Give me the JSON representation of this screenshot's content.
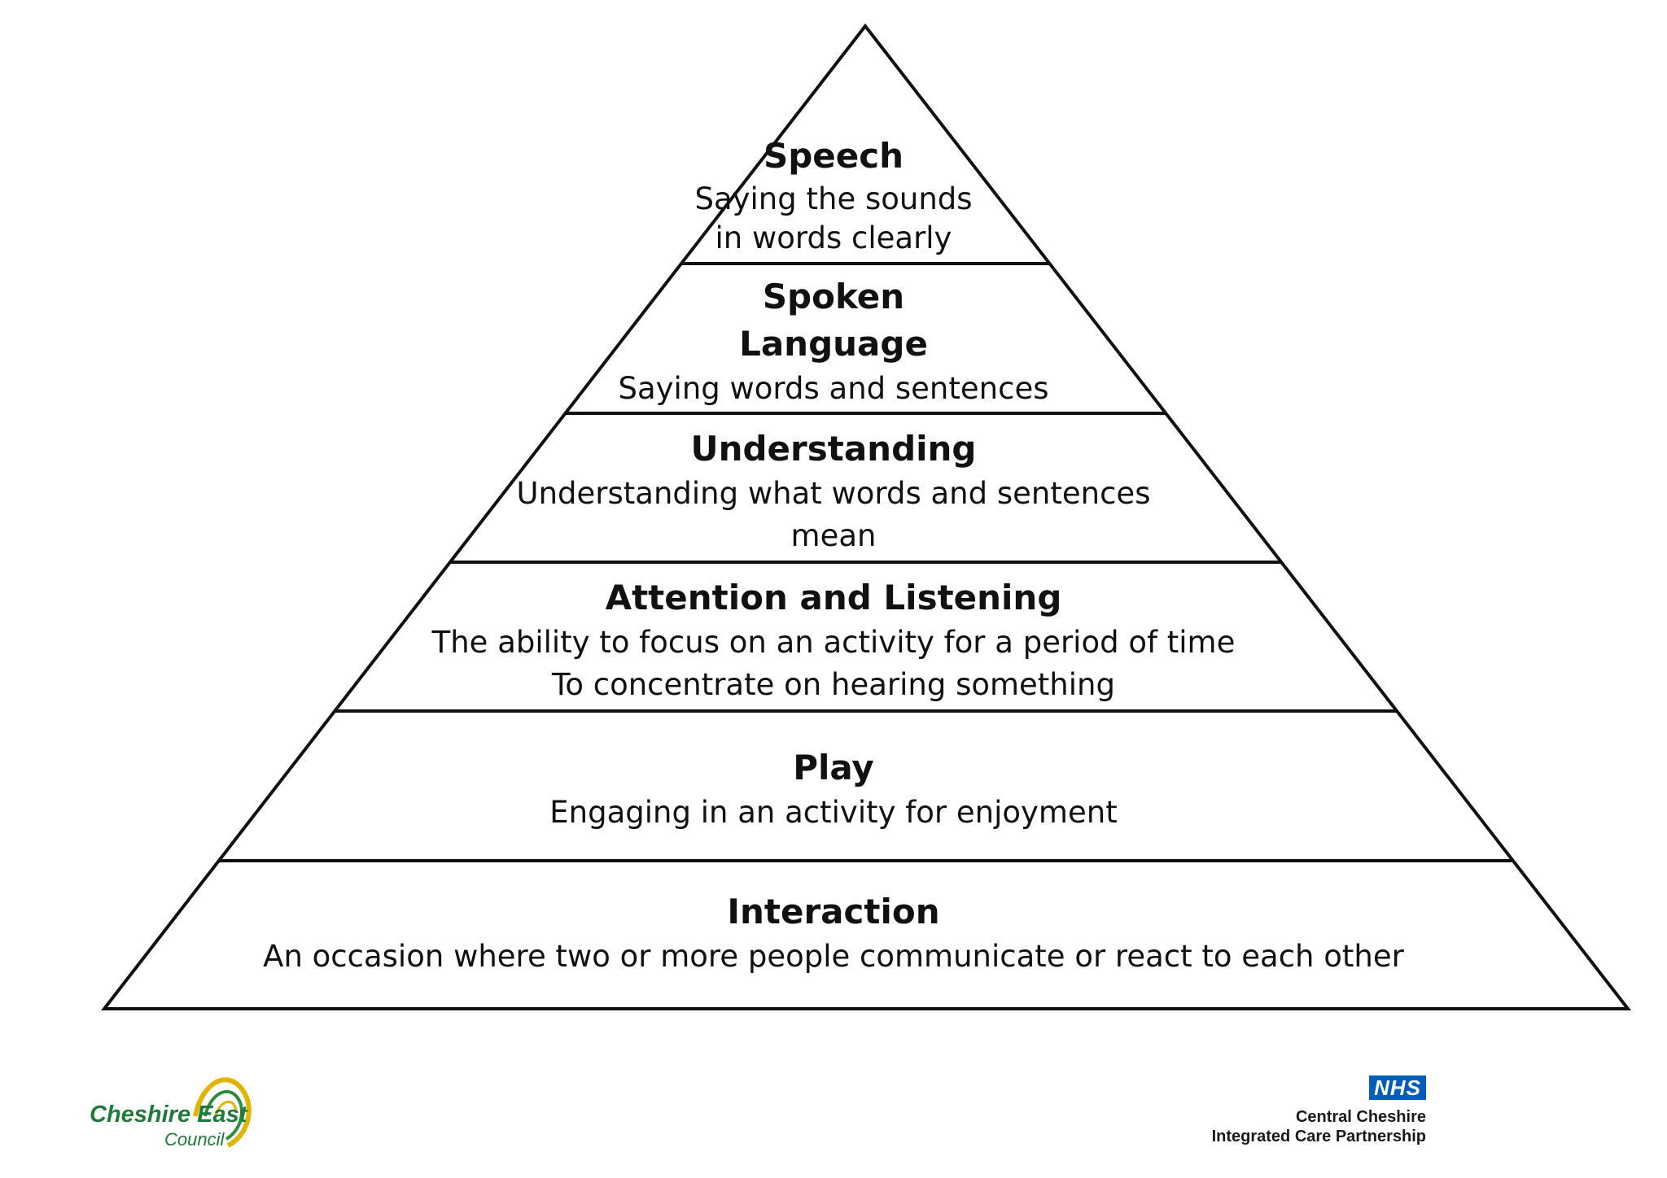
{
  "pyramid": {
    "tiers": [
      {
        "title": "Speech",
        "description": "Saying the sounds\nin words clearly"
      },
      {
        "title": "Spoken\nLanguage",
        "description": "Saying words and sentences"
      },
      {
        "title": "Understanding",
        "description": "Understanding what words and sentences\nmean"
      },
      {
        "title": "Attention and Listening",
        "description": "The ability to focus on an activity for a period of time\nTo concentrate on hearing something"
      },
      {
        "title": "Play",
        "description": "Engaging in an activity for enjoyment"
      },
      {
        "title": "Interaction",
        "description": "An occasion where two or more people communicate or react to each other"
      }
    ]
  },
  "logos": {
    "council": {
      "name": "Cheshire East",
      "sub": "Council"
    },
    "nhs": {
      "badge": "NHS",
      "line1": "Central Cheshire",
      "line2": "Integrated Care Partnership"
    }
  }
}
